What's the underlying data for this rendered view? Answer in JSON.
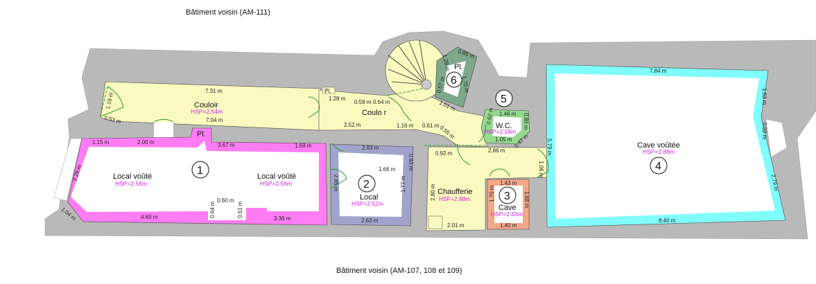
{
  "titles": {
    "top": "Bâtiment voisin (AM-111)",
    "bottom": "Bâtiment voisin (AM-107, 108 et 109)"
  },
  "colors": {
    "wall": "#b9b9b9",
    "corridor": "#fafac0",
    "room1": "#ff7cf4",
    "room2": "#a0a4cc",
    "room3": "#f5a888",
    "room4": "#80fcfc",
    "wc": "#96d890",
    "pl6": "#7ea88c",
    "hsp": "#d020e0"
  },
  "rooms": {
    "couloir_left": {
      "name": "Couloir",
      "hsp": "HSP=2.54m"
    },
    "couloir_right": {
      "name": "Coulo r"
    },
    "local_voute_left": {
      "name": "Local voûté",
      "hsp": "HSP=2.56m"
    },
    "local_voute_right": {
      "name": "Local voûté",
      "hsp": "HSP=2.56m"
    },
    "local": {
      "name": "Local",
      "hsp": "HSP=2.52m"
    },
    "chaufferie": {
      "name": "Chaufferie",
      "hsp": "HSF=2.88m"
    },
    "cave": {
      "name": "Cave",
      "hsp": "HSP=2.83m"
    },
    "cave_voutee": {
      "name": "Cave voûtée",
      "hsp": "HSP=2.88m"
    },
    "wc": {
      "name": "W.C.",
      "hsp": "HSP=2.19m"
    },
    "pl6": {
      "name": "Pl."
    },
    "pl_small_1": {
      "name": "Pl."
    },
    "pl_small_2": {
      "name": "Pl."
    }
  },
  "numbers": [
    "1",
    "2",
    "3",
    "4",
    "5",
    "6"
  ],
  "dims": {
    "d731": "7.31 m",
    "d119": "1.19 m",
    "d053": "0.53 m",
    "d704": "7.04 m",
    "d128": "1.28 m",
    "d059": "0.59 m",
    "d064": "0.64 m",
    "d101": "1.01 m",
    "d252": "2.52 m",
    "d116": "1.16 m",
    "d061": "0.61 m",
    "d055": "0.55 m",
    "d115": "1.15 m",
    "d200": "2.00 m",
    "d367": "3.67 m",
    "d169": "1.69 m",
    "d229": "2.29 m",
    "d104": "1.04 m",
    "d469": "4.69 m",
    "d060": "0.60 m",
    "d064b": "0.64 m",
    "d061b": "0.61 m",
    "d336": "3.36 m",
    "d293": "2.93 m",
    "d093": "0.93 m",
    "d166": "1.66 m",
    "d285": "2.85 m",
    "d177": "1.77 m",
    "d263": "2.63 m",
    "d092": "0.92 m",
    "d286": "2.86 m",
    "d106": "1.06 m",
    "d280": "2.80 m",
    "d201": "2.01 m",
    "d143": "1.43 m",
    "d170": "1.70 m",
    "d168": "1.68 m",
    "d140": "1.40 m",
    "d784": "7.84 m",
    "d163": "1.63 m",
    "d092b": "0.92 m",
    "d279": "2.79 m",
    "d840": "8.40 m",
    "d579": "5.79 m",
    "d146": "1.46 m",
    "d062": "0.62 m",
    "d080": "0.80 m",
    "d105": "1.05 m",
    "d047": "0.47 m",
    "d085": "0.85 m",
    "d129": "1.29 m",
    "d057": "0.57 m",
    "d170b": "1.70 m"
  }
}
